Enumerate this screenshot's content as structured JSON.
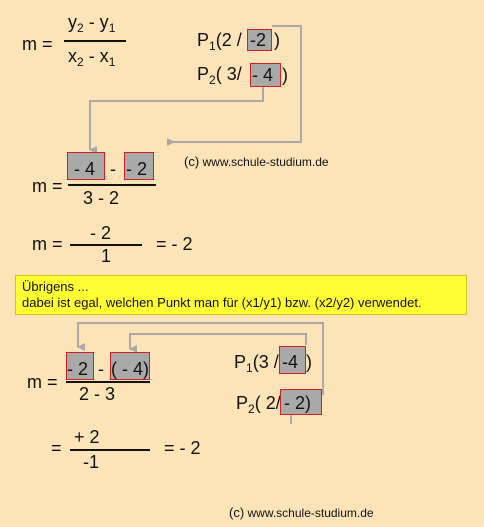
{
  "formula": {
    "lhs": "m =",
    "num_y2": "y",
    "num_y2_sub": "2",
    "num_minus": " - y",
    "num_y1_sub": "1",
    "den_x2": "x",
    "den_x2_sub": "2",
    "den_minus": " - x",
    "den_x1_sub": "1"
  },
  "p1_top": {
    "name": "P",
    "sub": "1",
    "open": "(2 /",
    "y_value": "-2",
    "close": ")"
  },
  "p2_top": {
    "name": "P",
    "sub": "2",
    "open": "( 3/",
    "y_value": "- 4",
    "close": ")"
  },
  "step1": {
    "lhs": "m =",
    "term_a": "- 4",
    "minus": "-",
    "term_b": "- 2",
    "denominator": "3 - 2"
  },
  "step2": {
    "lhs": "m =",
    "numerator": "- 2",
    "denominator": "1",
    "result": "= - 2"
  },
  "credit_top": {
    "c": "(c)",
    "site": "www.schule-studium.de"
  },
  "note": {
    "line1": "Übrigens ...",
    "line2": "dabei ist egal, welchen Punkt man für (x1/y1) bzw. (x2/y2) verwendet."
  },
  "step3": {
    "lhs": "m =",
    "term_a": "- 2",
    "minus": "-",
    "term_b": "( - 4)",
    "denominator": "2 - 3"
  },
  "p1_bottom": {
    "name": "P",
    "sub": "1",
    "open": "(3 /",
    "y_value": "-4",
    "close": ")"
  },
  "p2_bottom": {
    "name": "P",
    "sub": "2",
    "open": "( 2/",
    "y_value": "- 2)",
    "close": ""
  },
  "step4": {
    "lhs": "=",
    "numerator": "+ 2",
    "denominator": "-1",
    "result": "= - 2"
  },
  "credit_bottom": {
    "c": "(c)",
    "site": "www.schule-studium.de"
  },
  "colors": {
    "background": "#fde3b8",
    "box_fill": "#a9a9a9",
    "box_border": "#d42020",
    "arrow": "#a9a9a9",
    "note": "#ffff33"
  }
}
